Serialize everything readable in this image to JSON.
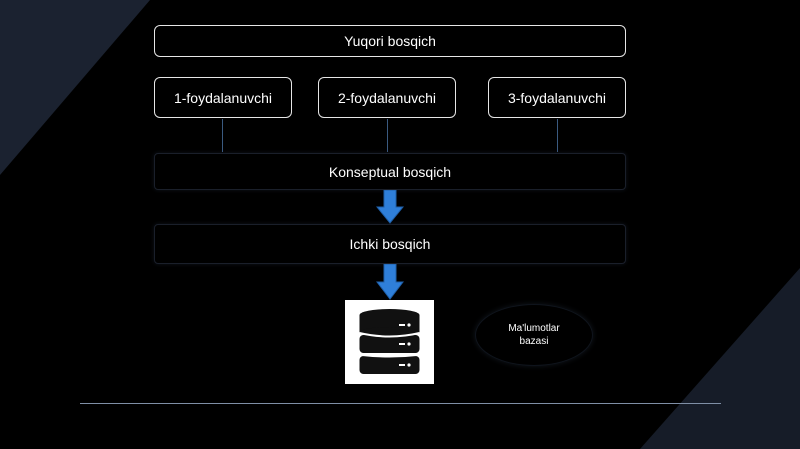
{
  "diagram": {
    "top_level": "Yuqori bosqich",
    "users": [
      "1-foydalanuvchi",
      "2-foydalanuvchi",
      "3-foydalanuvchi"
    ],
    "conceptual_level": "Konseptual bosqich",
    "internal_level": "Ichki bosqich",
    "database_label_line1": "Ma'lumotlar",
    "database_label_line2": "bazasi"
  },
  "colors": {
    "background": "#000000",
    "box_border": "#e6e6e6",
    "arrow": "#2f7fd9",
    "text": "#ffffff",
    "decor_panel": "#1b2230"
  },
  "icons": {
    "down_arrow": "down-arrow-icon",
    "database": "database-icon"
  }
}
